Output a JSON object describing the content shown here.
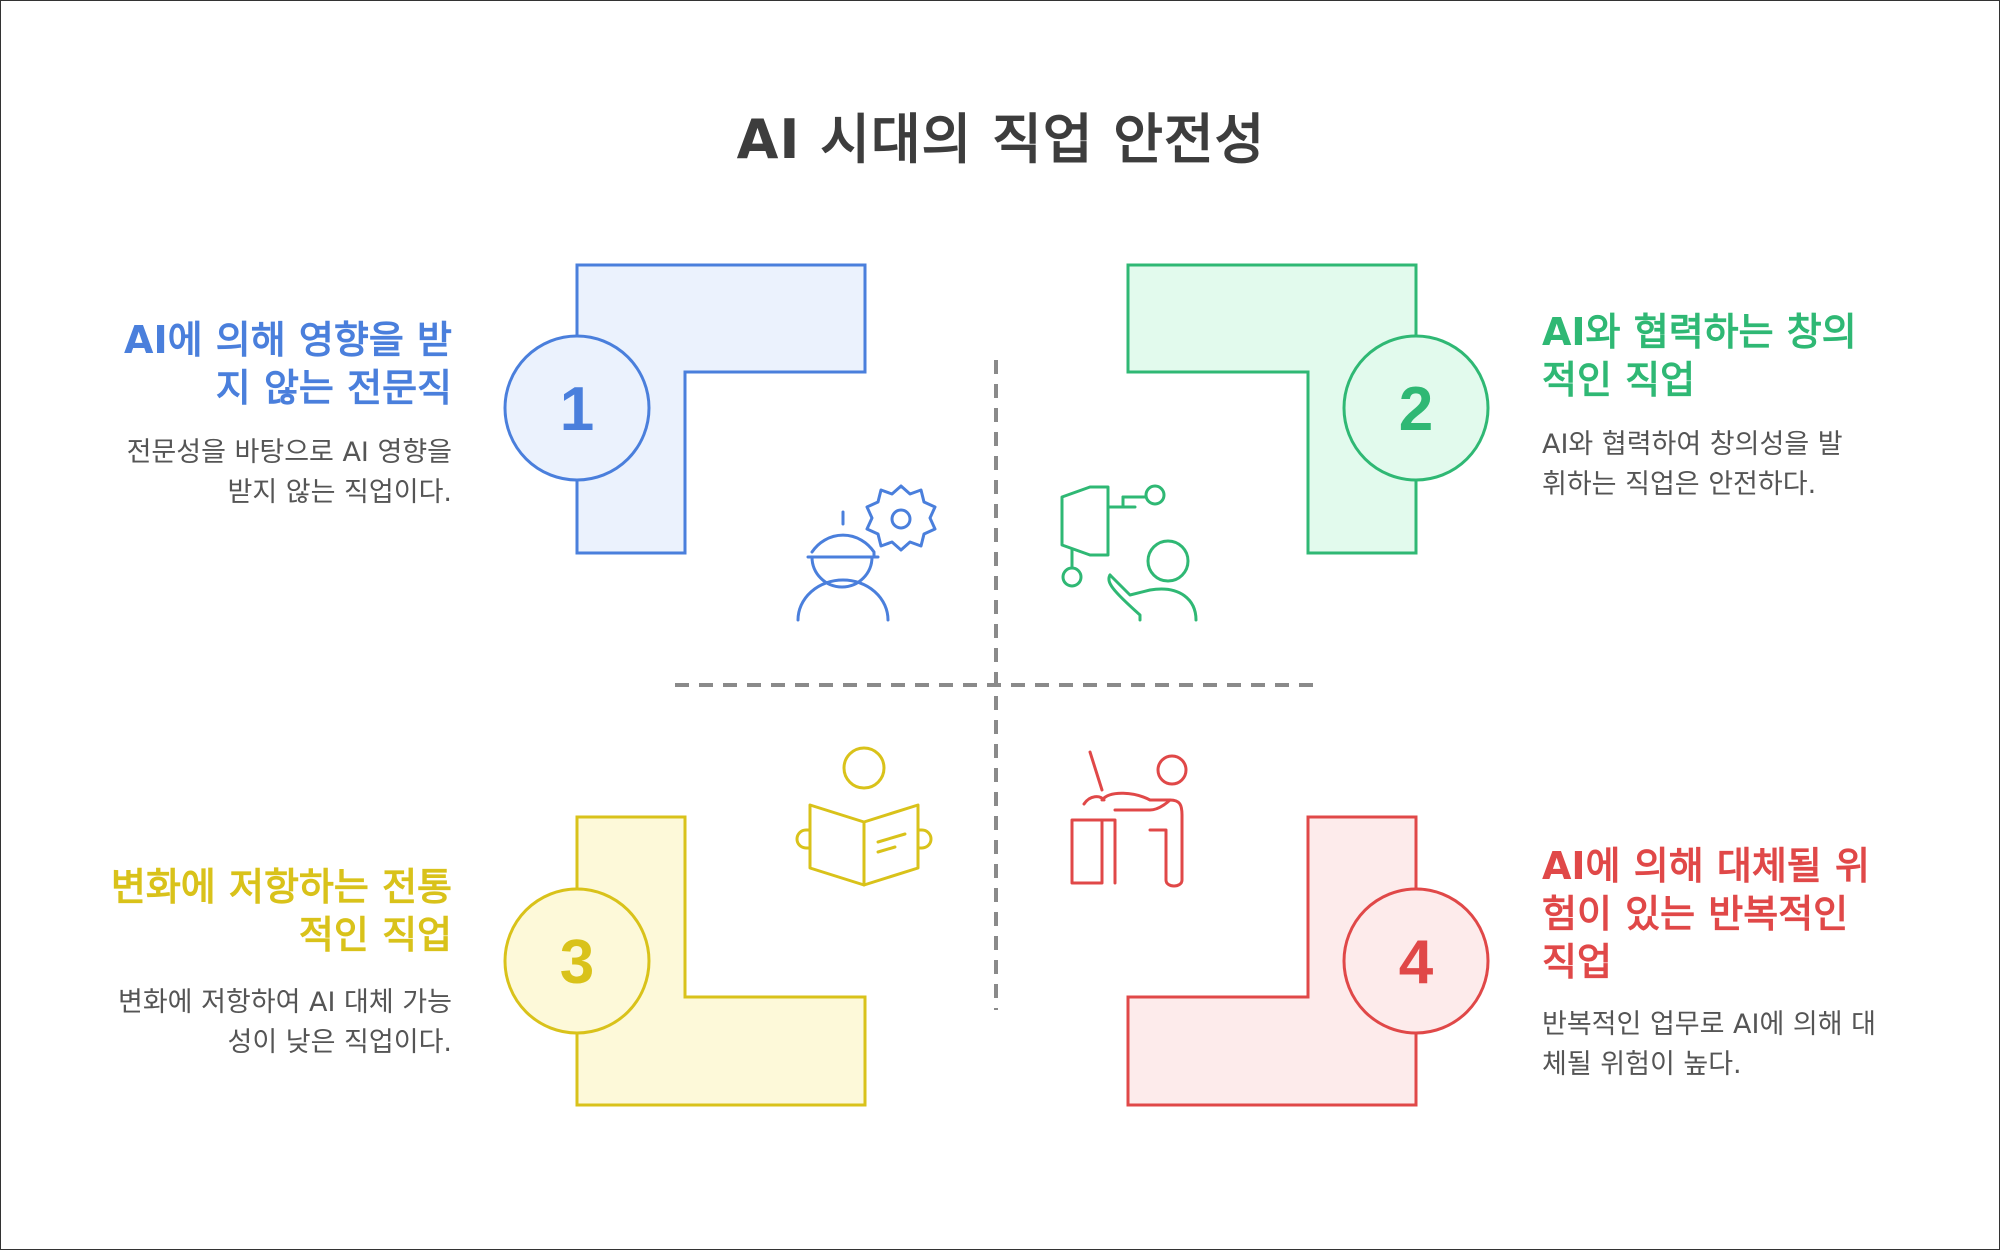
{
  "title": "AI 시대의 직업 안전성",
  "quadrants": [
    {
      "number": "1",
      "heading": "AI에 의해 영향을 받지 않는 전문직",
      "description": "전문성을 바탕으로 AI 영향을 받지 않는 직업이다.",
      "color": "#4a7fdc",
      "fill": "#ebf2fd",
      "icon": "engineer-gear-icon"
    },
    {
      "number": "2",
      "heading": "AI와 협력하는 창의적인 직업",
      "description": "AI와 협력하여 창의성을 발휘하는 직업은 안전하다.",
      "color": "#2fb874",
      "fill": "#e2faed",
      "icon": "person-with-ai-network-icon"
    },
    {
      "number": "3",
      "heading": "변화에 저항하는 전통적인 직업",
      "description": "변화에 저항하여 AI 대체 가능성이 낮은 직업이다.",
      "color": "#d9c21a",
      "fill": "#fdf9d9",
      "icon": "person-reading-book-icon"
    },
    {
      "number": "4",
      "heading": "AI에 의해 대체될 위험이 있는 반복적인 직업",
      "description": "반복적인 업무로 AI에 의해 대체될 위험이 높다.",
      "color": "#e04848",
      "fill": "#fdebeb",
      "icon": "person-at-desk-icon"
    }
  ]
}
